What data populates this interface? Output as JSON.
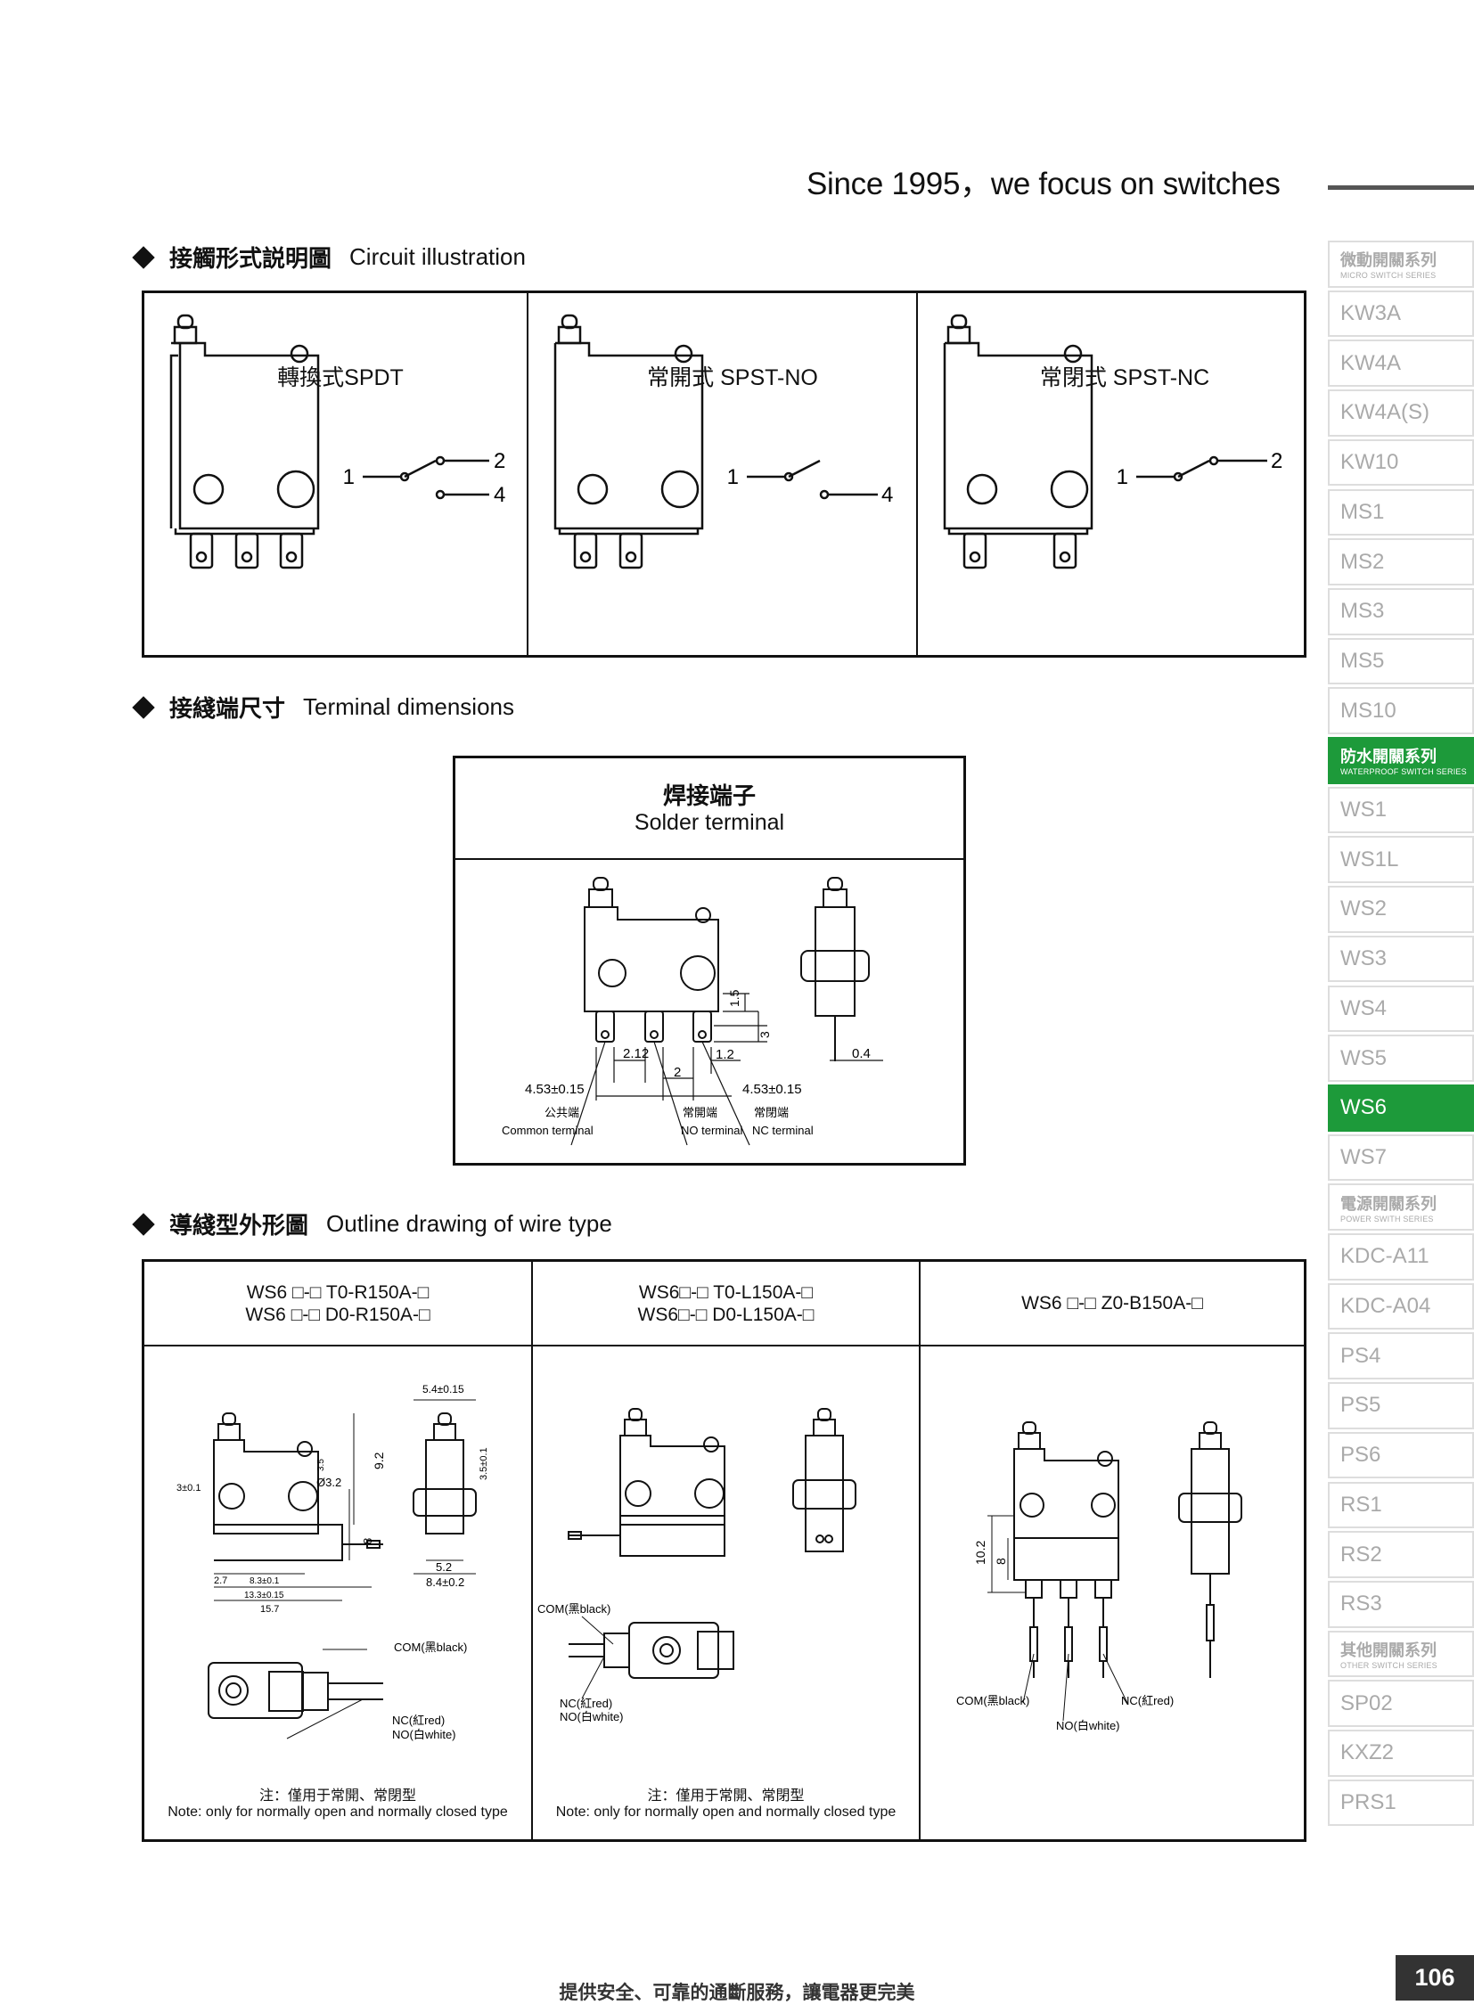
{
  "header": {
    "tagline": "Since 1995，we focus on switches"
  },
  "sections": {
    "circuit": {
      "cn": "接觸形式説明圖",
      "en": "Circuit illustration"
    },
    "terminal": {
      "cn": "接綫端尺寸",
      "en": "Terminal dimensions"
    },
    "outline": {
      "cn": "導綫型外形圖",
      "en": "Outline drawing of wire type"
    }
  },
  "circuit_panels": [
    {
      "title": "轉換式SPDT",
      "pins": [
        "1",
        "2",
        "4"
      ]
    },
    {
      "title": "常開式 SPST-NO",
      "pins": [
        "1",
        "4"
      ]
    },
    {
      "title": "常閉式 SPST-NC",
      "pins": [
        "1",
        "2"
      ]
    }
  ],
  "terminal_box": {
    "title_cn": "焊接端子",
    "title_en": "Solder terminal",
    "dims": [
      "1.5",
      "3",
      "2.12",
      "1.2",
      "2",
      "0.4",
      "4.53±0.15",
      "4.53±0.15"
    ],
    "labels": {
      "common_cn": "公共端",
      "common_en": "Common terminal",
      "no_cn": "常開端",
      "no_en": "NO terminal",
      "nc_cn": "常閉端",
      "nc_en": "NC terminal"
    }
  },
  "outline_panels": [
    {
      "model1": "WS6 □-□ T0-R150A-□",
      "model2": "WS6 □-□ D0-R150A-□",
      "dims": [
        "5.4±0.15",
        "9.2",
        "Ø3.2",
        "3.5",
        "3±0.1",
        "3.5±0.1",
        "8",
        "2.7",
        "8.3±0.1",
        "13.3±0.15",
        "15.7",
        "5.2",
        "8.4±0.2"
      ],
      "wire_com": "COM(黑black)",
      "wire_nc": "NC(紅red)",
      "wire_no": "NO(白white)",
      "note_cn": "注：僅用于常開、常閉型",
      "note_en": "Note: only for normally open and normally closed type"
    },
    {
      "model1": "WS6□-□ T0-L150A-□",
      "model2": "WS6□-□ D0-L150A-□",
      "wire_com": "COM(黑black)",
      "wire_nc": "NC(紅red)",
      "wire_no": "NO(白white)",
      "note_cn": "注：僅用于常開、常閉型",
      "note_en": "Note: only for normally open and normally closed type"
    },
    {
      "model1": "WS6 □-□ Z0-B150A-□",
      "dims": [
        "10.2",
        "8"
      ],
      "wire_com": "COM(黑black)",
      "wire_nc": "NC(紅red)",
      "wire_no": "NO(白white)"
    }
  ],
  "sidebar": [
    {
      "type": "header",
      "cn": "微動開關系列",
      "en": "MICRO SWITCH SERIES"
    },
    {
      "type": "item",
      "label": "KW3A"
    },
    {
      "type": "item",
      "label": "KW4A"
    },
    {
      "type": "item",
      "label": "KW4A(S)"
    },
    {
      "type": "item",
      "label": "KW10"
    },
    {
      "type": "item",
      "label": "MS1"
    },
    {
      "type": "item",
      "label": "MS2"
    },
    {
      "type": "item",
      "label": "MS3"
    },
    {
      "type": "item",
      "label": "MS5"
    },
    {
      "type": "item",
      "label": "MS10"
    },
    {
      "type": "header",
      "cn": "防水開關系列",
      "en": "WATERPROOF SWITCH SERIES",
      "active": true
    },
    {
      "type": "item",
      "label": "WS1"
    },
    {
      "type": "item",
      "label": "WS1L"
    },
    {
      "type": "item",
      "label": "WS2"
    },
    {
      "type": "item",
      "label": "WS3"
    },
    {
      "type": "item",
      "label": "WS4"
    },
    {
      "type": "item",
      "label": "WS5"
    },
    {
      "type": "item",
      "label": "WS6",
      "active": true
    },
    {
      "type": "item",
      "label": "WS7"
    },
    {
      "type": "header",
      "cn": "電源開關系列",
      "en": "POWER SWITH SERIES"
    },
    {
      "type": "item",
      "label": "KDC-A11"
    },
    {
      "type": "item",
      "label": "KDC-A04"
    },
    {
      "type": "item",
      "label": "PS4"
    },
    {
      "type": "item",
      "label": "PS5"
    },
    {
      "type": "item",
      "label": "PS6"
    },
    {
      "type": "item",
      "label": "RS1"
    },
    {
      "type": "item",
      "label": "RS2"
    },
    {
      "type": "item",
      "label": "RS3"
    },
    {
      "type": "header",
      "cn": "其他開關系列",
      "en": "OTHER SWITCH SERIES"
    },
    {
      "type": "item",
      "label": "SP02"
    },
    {
      "type": "item",
      "label": "KXZ2"
    },
    {
      "type": "item",
      "label": "PRS1"
    }
  ],
  "colors": {
    "accent_green": "#1d9a3a",
    "sidebar_text": "#aaaaaa",
    "page_tab": "#333333"
  },
  "footer": {
    "slogan": "提供安全、可靠的通斷服務，讓電器更完美",
    "page_number": "106"
  }
}
